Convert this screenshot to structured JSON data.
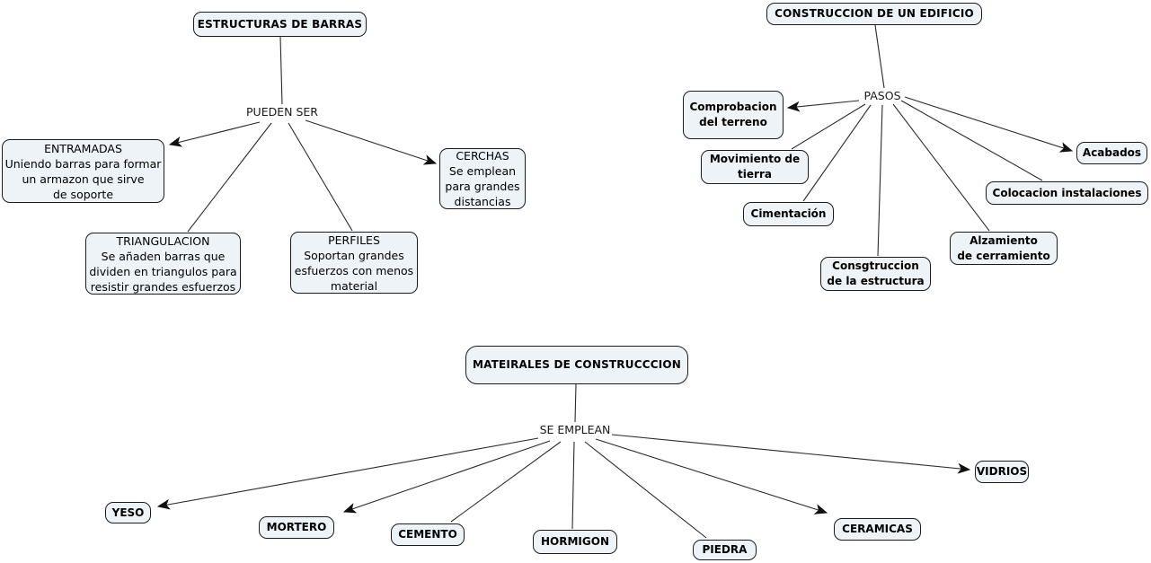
{
  "diagram_type": "concept-map",
  "colors": {
    "background": "#ffffff",
    "node_fill": "#edf3f7",
    "node_border": "#1c1c1c",
    "connector": "#2a2a2a",
    "text": "#000000"
  },
  "left_map": {
    "title": "ESTRUCTURAS DE BARRAS",
    "linking_phrase": "PUEDEN SER",
    "nodes": {
      "entramadas": "ENTRAMADAS\nUniendo barras para formar\nun armazon que sirve\nde soporte",
      "triangulacion": "TRIANGULACION\nSe añaden barras que\ndividen en triangulos para\nresistir grandes esfuerzos",
      "perfiles": "PERFILES\nSoportan grandes\nesfuerzos con menos\nmaterial",
      "cerchas": "CERCHAS\nSe emplean\npara grandes\ndistancias"
    }
  },
  "right_map": {
    "title": "CONSTRUCCION DE UN EDIFICIO",
    "linking_phrase": "PASOS",
    "nodes": {
      "comprobacion": "Comprobacion\ndel terreno",
      "movimiento": "Movimiento de\ntierra",
      "cimentacion": "Cimentación",
      "construccion": "Consgtruccion\nde la estructura",
      "alzamiento": "Alzamiento\nde cerramiento",
      "colocacion": "Colocacion instalaciones",
      "acabados": "Acabados"
    }
  },
  "bottom_map": {
    "title": "MATEIRALES DE CONSTRUCCCION",
    "linking_phrase": "SE EMPLEAN",
    "nodes": {
      "yeso": "YESO",
      "mortero": "MORTERO",
      "cemento": "CEMENTO",
      "hormigon": "HORMIGON",
      "piedra": "PIEDRA",
      "ceramicas": "CERAMICAS",
      "vidrios": "VIDRIOS"
    }
  }
}
